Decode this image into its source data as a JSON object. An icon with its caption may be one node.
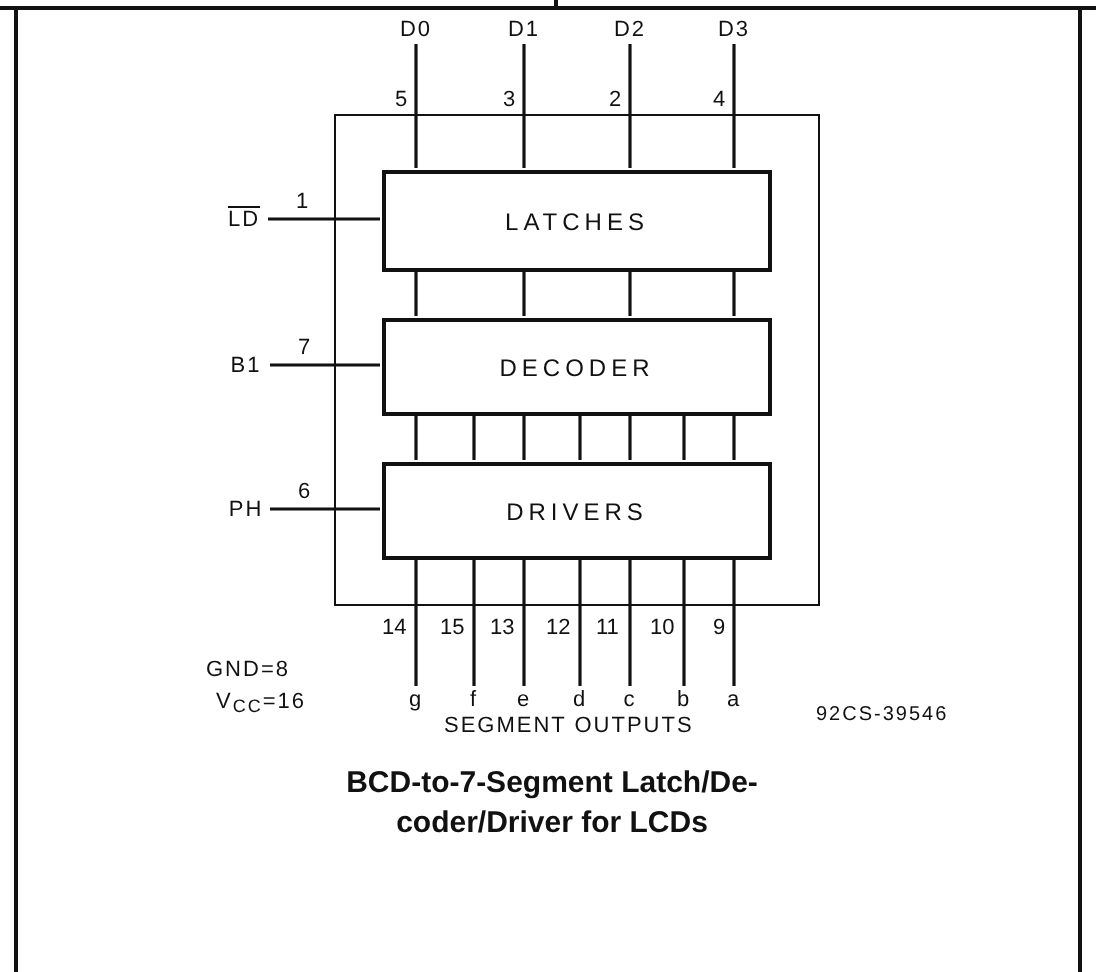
{
  "diagram": {
    "caption": "BCD-to-7-Segment Latch/De- coder/Driver for LCDs",
    "nodes": [
      {
        "text": [],
        "shape": "box"
      },
      {
        "text": [
          "LATCHES"
        ],
        "in": 0
      },
      {
        "text": [
          "DECODER"
        ],
        "in": 0
      },
      {
        "text": [
          "DRIVERS"
        ],
        "in": 0
      },
      {
        "text": [
          "D0"
        ]
      },
      {
        "text": [
          "D1"
        ]
      },
      {
        "text": [
          "D2"
        ]
      },
      {
        "text": [
          "D3"
        ]
      },
      {
        "text": [
          "LD"
        ]
      },
      {
        "text": [
          "B1"
        ]
      },
      {
        "text": [
          "PH"
        ]
      },
      {
        "text": [
          "g"
        ]
      },
      {
        "text": [
          "f"
        ]
      },
      {
        "text": [
          "e"
        ]
      },
      {
        "text": [
          "d"
        ]
      },
      {
        "text": [
          "c"
        ]
      },
      {
        "text": [
          "b"
        ]
      },
      {
        "text": [
          "a"
        ]
      }
    ],
    "edges": [
      {
        "from": 4,
        "to": 1,
        "arrow": "none",
        "label": "5"
      },
      {
        "from": 5,
        "to": 1,
        "arrow": "none",
        "label": "3"
      },
      {
        "from": 6,
        "to": 1,
        "arrow": "none",
        "label": "2"
      },
      {
        "from": 7,
        "to": 1,
        "arrow": "none",
        "label": "4"
      },
      {
        "from": 8,
        "to": 1,
        "arrow": "none",
        "label": "1"
      },
      {
        "from": 9,
        "to": 2,
        "arrow": "none",
        "label": "7"
      },
      {
        "from": 10,
        "to": 3,
        "arrow": "none",
        "label": "6"
      },
      {
        "from": 1,
        "to": 2,
        "arrow": "none"
      },
      {
        "from": 1,
        "to": 2,
        "arrow": "none"
      },
      {
        "from": 1,
        "to": 2,
        "arrow": "none"
      },
      {
        "from": 1,
        "to": 2,
        "arrow": "none"
      },
      {
        "from": 2,
        "to": 3,
        "arrow": "none"
      },
      {
        "from": 2,
        "to": 3,
        "arrow": "none"
      },
      {
        "from": 2,
        "to": 3,
        "arrow": "none"
      },
      {
        "from": 2,
        "to": 3,
        "arrow": "none"
      },
      {
        "from": 2,
        "to": 3,
        "arrow": "none"
      },
      {
        "from": 2,
        "to": 3,
        "arrow": "none"
      },
      {
        "from": 2,
        "to": 3,
        "arrow": "none"
      },
      {
        "from": 3,
        "to": 11,
        "arrow": "none",
        "label": "14"
      },
      {
        "from": 3,
        "to": 12,
        "arrow": "none",
        "label": "15"
      },
      {
        "from": 3,
        "to": 13,
        "arrow": "none",
        "label": "13"
      },
      {
        "from": 3,
        "to": 14,
        "arrow": "none",
        "label": "12"
      },
      {
        "from": 3,
        "to": 15,
        "arrow": "none",
        "label": "11"
      },
      {
        "from": 3,
        "to": 16,
        "arrow": "none",
        "label": "10"
      },
      {
        "from": 3,
        "to": 17,
        "arrow": "none",
        "label": "9"
      }
    ],
    "labels": [
      "GND=8",
      "V$_{CC}$=16",
      "SEGMENT OUTPUTS",
      "92CS-39546"
    ]
  }
}
